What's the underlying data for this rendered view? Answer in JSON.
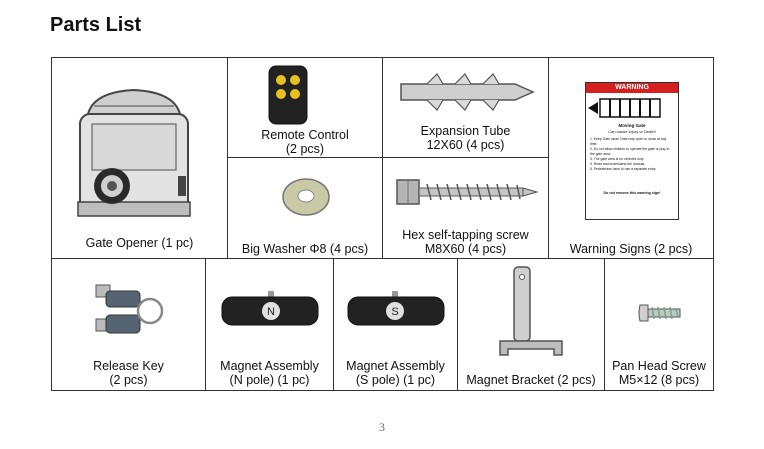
{
  "title": "Parts List",
  "parts": {
    "gate_opener": "Gate Opener (1 pc)",
    "remote_control": [
      "Remote Control",
      "(2 pcs)"
    ],
    "expansion_tube": [
      "Expansion Tube",
      "12X60 (4 pcs)"
    ],
    "big_washer": "Big Washer Φ8 (4 pcs)",
    "hex_screw": [
      "Hex self-tapping screw",
      "M8X60 (4 pcs)"
    ],
    "warning_signs": "Warning Signs (2 pcs)",
    "release_key": [
      "Release Key",
      "(2 pcs)"
    ],
    "magnet_n": [
      "Magnet Assembly",
      "(N pole) (1 pc)"
    ],
    "magnet_s": [
      "Magnet Assembly",
      "(S pole) (1 pc)"
    ],
    "magnet_bracket": "Magnet Bracket (2 pcs)",
    "pan_head_screw": [
      "Pan Head Screw",
      "M5×12 (8 pcs)"
    ]
  },
  "warning_sign": {
    "header": "WARNING",
    "subtitle": "Moving Gate",
    "caption": "Can cause Injury or Death!",
    "rules": [
      "1. Keep Gate clear! Gate may open or close at any time.",
      "2. Do not allow children to operate the gate or play in the gate area.",
      "3. The gate area is for vehicles only.",
      "4. Read and understand the manual.",
      "5. Pedestrians have to use a separate entry."
    ],
    "footer": "Do not remove this warning sign!"
  },
  "magnet_letters": {
    "n": "N",
    "s": "S"
  },
  "page_number": "3",
  "colors": {
    "warning_red": "#d6201f",
    "border": "#333333"
  }
}
